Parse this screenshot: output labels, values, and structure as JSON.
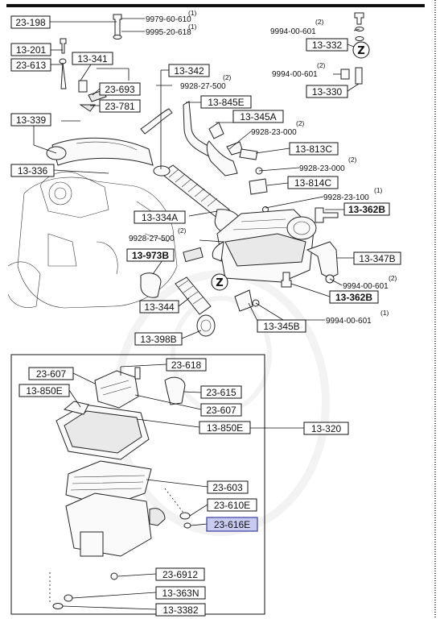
{
  "callouts": {
    "c_23_198": "23-198",
    "c_13_201": "13-201",
    "c_23_613": "23-613",
    "c_13_341": "13-341",
    "c_13_342": "13-342",
    "c_23_693": "23-693",
    "c_23_781": "23-781",
    "c_13_339": "13-339",
    "c_13_845e": "13-845E",
    "c_13_345a": "13-345A",
    "c_13_813c": "13-813C",
    "c_13_336": "13-336",
    "c_13_814c": "13-814C",
    "c_13_362b_top": "13-362B",
    "c_13_334a": "13-334A",
    "c_13_973b": "13-973B",
    "c_13_347b": "13-347B",
    "c_13_362b_mid": "13-362B",
    "c_13_344": "13-344",
    "c_13_345b": "13-345B",
    "c_13_398b": "13-398B",
    "c_13_332": "13-332",
    "c_13_330": "13-330",
    "c_23_618": "23-618",
    "c_23_607_a": "23-607",
    "c_13_850e_a": "13-850E",
    "c_23_615": "23-615",
    "c_23_607_b": "23-607",
    "c_13_850e_b": "13-850E",
    "c_13_320": "13-320",
    "c_23_603": "23-603",
    "c_23_610e": "23-610E",
    "c_23_616e": "23-616E",
    "c_23_6912": "23-6912",
    "c_13_363n": "13-363N",
    "c_13_3382": "13-3382"
  },
  "hardware": {
    "h_9979_60_610": "9979-60-610",
    "h_9995_20_618": "9995-20-618",
    "h_9994_00_601_a": "9994-00-601",
    "h_9994_00_601_b": "9994-00-601",
    "h_9928_27_500_a": "9928-27-500",
    "h_9928_23_000_a": "9928-23-000",
    "h_9928_23_000_b": "9928-23-000",
    "h_9928_23_100": "9928-23-100",
    "h_9928_27_500_b": "9928-27-500",
    "h_9994_00_601_c": "9994-00-601",
    "h_9994_00_601_d": "9994-00-601"
  },
  "quantities": {
    "q1": "(1)",
    "q2": "(1)",
    "q3": "(2)",
    "q4": "(2)",
    "q5": "(2)",
    "q6": "(2)",
    "q7": "(2)",
    "q8": "(1)",
    "q9": "(2)",
    "q10": "(2)",
    "q11": "(1)"
  },
  "markers": {
    "z1": "Z",
    "z2": "Z"
  },
  "highlight_color": "#c8cbf0"
}
